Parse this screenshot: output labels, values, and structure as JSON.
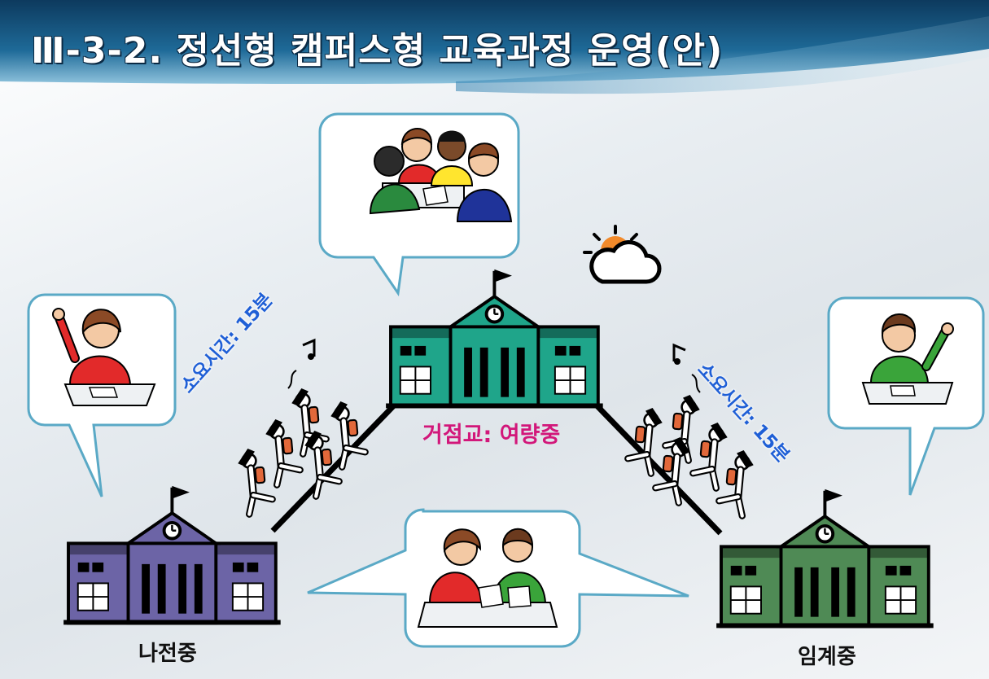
{
  "title": "Ⅲ-3-2. 정선형 캠퍼스형 교육과정 운영(안)",
  "hub_school": {
    "label": "거점교: 여량중",
    "color": "#1fa58a"
  },
  "left_school": {
    "name": "나전중",
    "color": "#6c64a6"
  },
  "right_school": {
    "name": "임계중",
    "color": "#4f8a55"
  },
  "route_left": {
    "duration": "소요시간: 15분"
  },
  "route_right": {
    "duration": "소요시간: 15분"
  },
  "icons": [
    "school-building-icon",
    "flag-icon",
    "clock-icon",
    "sun-cloud-icon",
    "music-note-icon",
    "student-icon"
  ],
  "colors": {
    "banner": "#1c5a85",
    "bubble_border": "#5aa9c6",
    "hub_label": "#d2177a",
    "duration_label": "#1f5fd6"
  }
}
